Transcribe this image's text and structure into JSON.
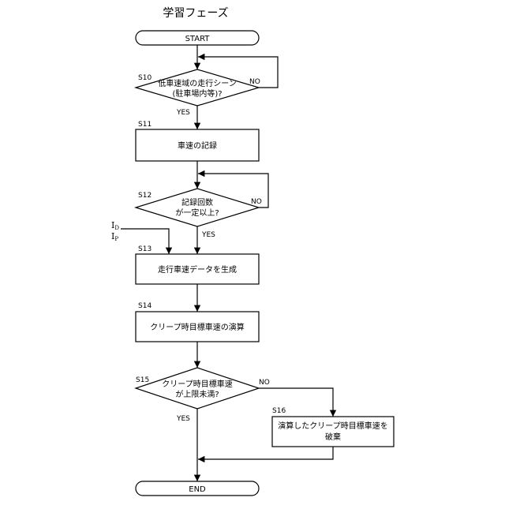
{
  "title": "学習フェーズ",
  "start": "START",
  "end": "END",
  "steps": {
    "s10": {
      "id": "S10",
      "line1": "低車速域の走行シーン",
      "line2": "(駐車場内等)?"
    },
    "s11": {
      "id": "S11",
      "text": "車速の記録"
    },
    "s12": {
      "id": "S12",
      "line1": "記録回数",
      "line2": "が一定以上?"
    },
    "s13": {
      "id": "S13",
      "text": "走行車速データを生成"
    },
    "s14": {
      "id": "S14",
      "text": "クリープ時目標車速の演算"
    },
    "s15": {
      "id": "S15",
      "line1": "クリープ時目標車速",
      "line2": "が上限未満?"
    },
    "s16": {
      "id": "S16",
      "line1": "演算したクリープ時目標車速を",
      "line2": "破棄"
    }
  },
  "branches": {
    "s10_yes": "YES",
    "s10_no": "NO",
    "s12_yes": "YES",
    "s12_no": "NO",
    "s15_yes": "YES",
    "s15_no": "NO"
  },
  "inputs": {
    "id_main": "I",
    "id_sub": "D",
    "ip_main": "I",
    "ip_sub": "P"
  }
}
